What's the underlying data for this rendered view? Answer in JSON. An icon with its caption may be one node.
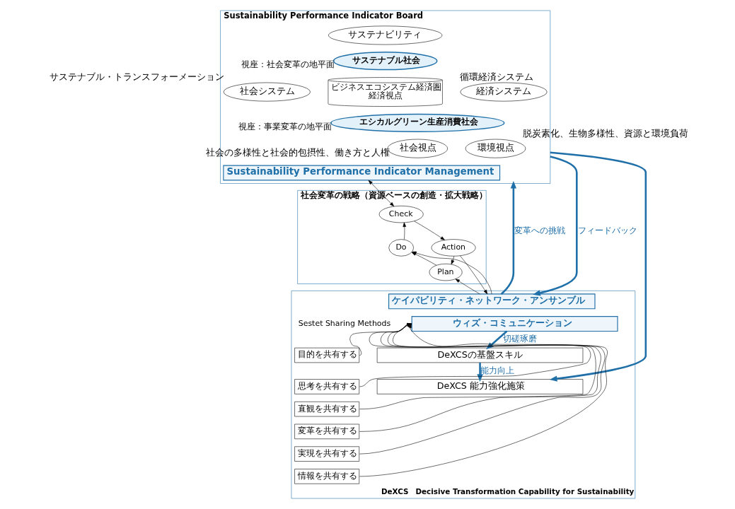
{
  "diagram": {
    "nodes": [
      {
        "text": [
          "Sustainability Performance Indicator Board"
        ]
      },
      {
        "text": [
          "サステナブル社会"
        ],
        "in": 0,
        "beside": [
          "視座：社会変革の地平面"
        ]
      },
      {
        "text": [
          "サステナビリティ"
        ],
        "in": 0
      },
      {
        "text": [
          "社会システム"
        ],
        "in": 0,
        "beside": [
          "サステナブル・トランスフォーメーション"
        ]
      },
      {
        "text": [
          "経済システム"
        ],
        "in": 0,
        "beside": [
          "循環経済システム"
        ]
      },
      {
        "text": [
          "ビジネスエコシステム経済圏",
          "経済視点"
        ],
        "in": 0
      },
      {
        "text": [
          "エシカルグリーン生産消費社会"
        ],
        "in": 0,
        "beside": [
          "視座：事業変革の地平面"
        ]
      },
      {
        "text": [
          "社会視点"
        ],
        "in": 0,
        "beside": [
          "社会の多様性と社会的包摂性、働き方と人権"
        ]
      },
      {
        "text": [
          "環境視点"
        ],
        "in": 0,
        "beside": [
          "脱炭素化、生物多様性、資源と環境負荷"
        ]
      },
      {
        "text": [
          "Sustainability Performance Indicator Management"
        ],
        "in": 0
      },
      {
        "text": [
          "社会変革の戦略（資源ベースの創造・拡大戦略）"
        ]
      },
      {
        "text": [
          "Check"
        ],
        "in": 10
      },
      {
        "text": [
          "Do"
        ],
        "in": 10
      },
      {
        "text": [
          "Action"
        ],
        "in": 10
      },
      {
        "text": [
          "Plan"
        ],
        "in": 10
      },
      {
        "text": [
          "DeXCS　Decisive Transformation Capability for Sustainability"
        ]
      },
      {
        "text": [
          "ケイパビリティ・ネットワーク・アンサンブル"
        ],
        "in": 15
      },
      {
        "text": [
          "ウィズ・コミュニケーション"
        ],
        "in": 15
      },
      {
        "text": [
          "DeXCSの基盤スキル"
        ],
        "in": 15
      },
      {
        "text": [
          "DeXCS 能力強化施策"
        ],
        "in": 15
      },
      {
        "text": [
          "目的を共有する"
        ],
        "in": 15
      },
      {
        "text": [
          "思考を共有する"
        ],
        "in": 15
      },
      {
        "text": [
          "直観を共有する"
        ],
        "in": 15
      },
      {
        "text": [
          "変革を共有する"
        ],
        "in": 15
      },
      {
        "text": [
          "実現を共有する"
        ],
        "in": 15
      },
      {
        "text": [
          "情報を共有する"
        ],
        "in": 15
      }
    ],
    "edges": [
      {
        "from": 9,
        "to": 11,
        "arrow": "both"
      },
      {
        "from": 11,
        "to": 13,
        "arrow": "to"
      },
      {
        "from": 13,
        "to": 14,
        "arrow": "to"
      },
      {
        "from": 14,
        "to": 12,
        "arrow": "to"
      },
      {
        "from": 12,
        "to": 11,
        "arrow": "to"
      },
      {
        "from": 16,
        "to": 12,
        "arrow": "to"
      },
      {
        "from": 16,
        "to": 14,
        "arrow": "to"
      },
      {
        "from": 13,
        "to": 16,
        "arrow": "to"
      },
      {
        "from": 16,
        "to": 0,
        "arrow": "to",
        "label": "変革への挑戦",
        "style": "thick",
        "color": "#1f6fa8"
      },
      {
        "from": 0,
        "to": 16,
        "arrow": "to",
        "label": "フィードバック",
        "style": "thick",
        "color": "#1f6fa8"
      },
      {
        "from": 0,
        "to": 19,
        "arrow": "to",
        "style": "thick",
        "color": "#1f6fa8"
      },
      {
        "from": 17,
        "to": 18,
        "arrow": "to",
        "label": "切磋琢磨",
        "style": "thick",
        "color": "#1f6fa8"
      },
      {
        "from": 18,
        "to": 19,
        "arrow": "to",
        "label": "能力向上",
        "style": "thick",
        "color": "#1f6fa8"
      },
      {
        "from": 20,
        "to": 17,
        "arrow": "to"
      },
      {
        "from": 21,
        "to": 17,
        "arrow": "to"
      },
      {
        "from": 22,
        "to": 17,
        "arrow": "to"
      },
      {
        "from": 23,
        "to": 17,
        "arrow": "to"
      },
      {
        "from": 24,
        "to": 17,
        "arrow": "to"
      },
      {
        "from": 25,
        "to": 17,
        "arrow": "to"
      }
    ],
    "labels": [
      "Sestet Sharing Methods"
    ]
  }
}
